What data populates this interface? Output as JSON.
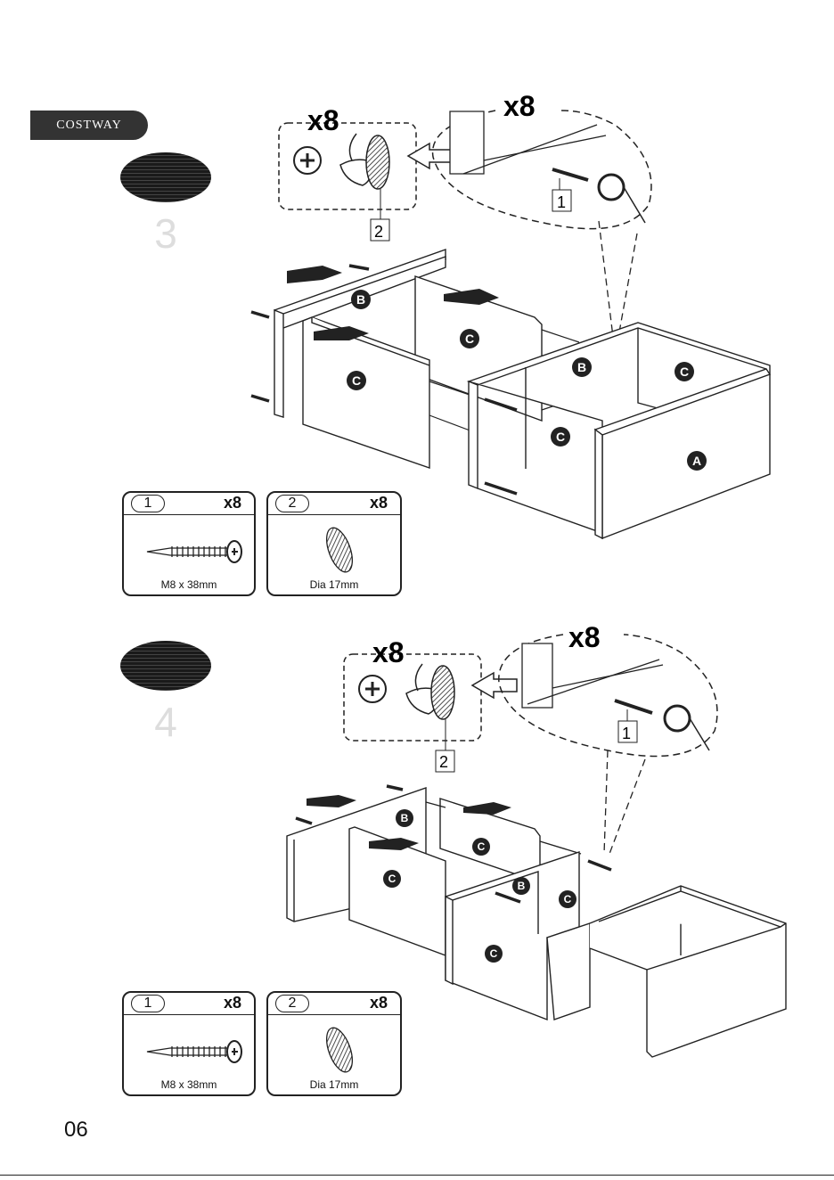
{
  "brand": "COSTWAY",
  "page_number": "06",
  "steps": [
    {
      "number": "3",
      "callout_qty_left": "x8",
      "callout_qty_right": "x8",
      "callout_ref_left": "2",
      "callout_ref_right": "1",
      "panel_labels": [
        "B",
        "C",
        "C",
        "B",
        "C",
        "C",
        "A"
      ],
      "parts": [
        {
          "id": "1",
          "qty": "x8",
          "caption": "M8 x 38mm",
          "icon": "screw-icon"
        },
        {
          "id": "2",
          "qty": "x8",
          "caption": "Dia 17mm",
          "icon": "cam-cover-icon"
        }
      ]
    },
    {
      "number": "4",
      "callout_qty_left": "x8",
      "callout_qty_right": "x8",
      "callout_ref_left": "2",
      "callout_ref_right": "1",
      "panel_labels": [
        "B",
        "C",
        "C",
        "B",
        "C",
        "C"
      ],
      "parts": [
        {
          "id": "1",
          "qty": "x8",
          "caption": "M8 x 38mm",
          "icon": "screw-icon"
        },
        {
          "id": "2",
          "qty": "x8",
          "caption": "Dia 17mm",
          "icon": "cam-cover-icon"
        }
      ]
    }
  ]
}
